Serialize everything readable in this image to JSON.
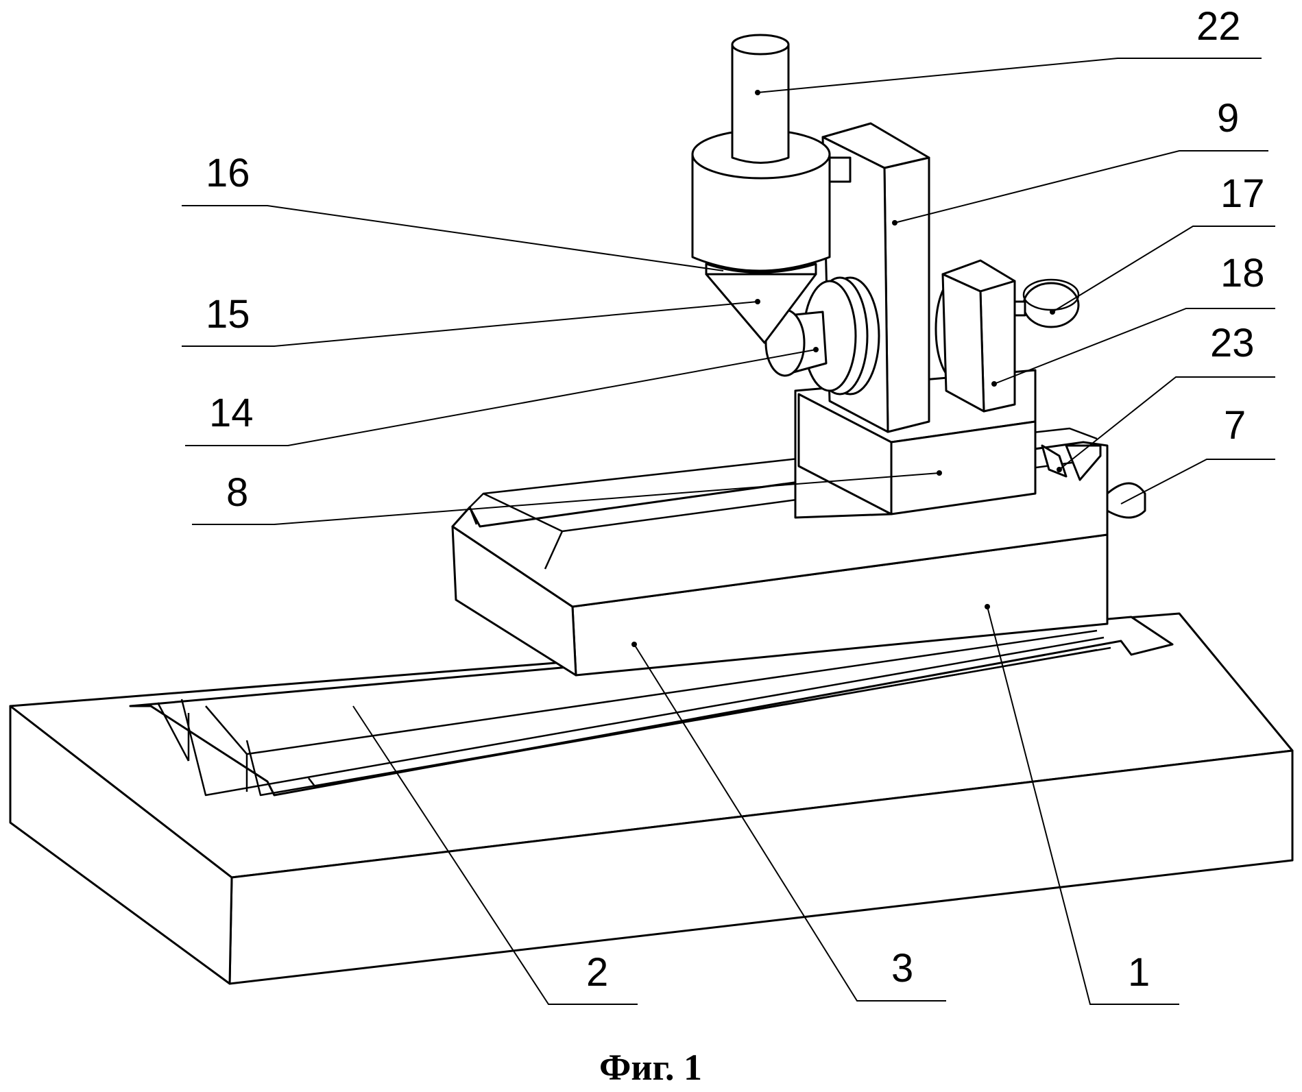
{
  "figure": {
    "caption": "Фиг. 1",
    "labels": [
      {
        "id": "22",
        "text": "22"
      },
      {
        "id": "9",
        "text": "9"
      },
      {
        "id": "16",
        "text": "16"
      },
      {
        "id": "17",
        "text": "17"
      },
      {
        "id": "18",
        "text": "18"
      },
      {
        "id": "15",
        "text": "15"
      },
      {
        "id": "23",
        "text": "23"
      },
      {
        "id": "14",
        "text": "14"
      },
      {
        "id": "7",
        "text": "7"
      },
      {
        "id": "8",
        "text": "8"
      },
      {
        "id": "2",
        "text": "2"
      },
      {
        "id": "3",
        "text": "3"
      },
      {
        "id": "1",
        "text": "1"
      }
    ]
  }
}
